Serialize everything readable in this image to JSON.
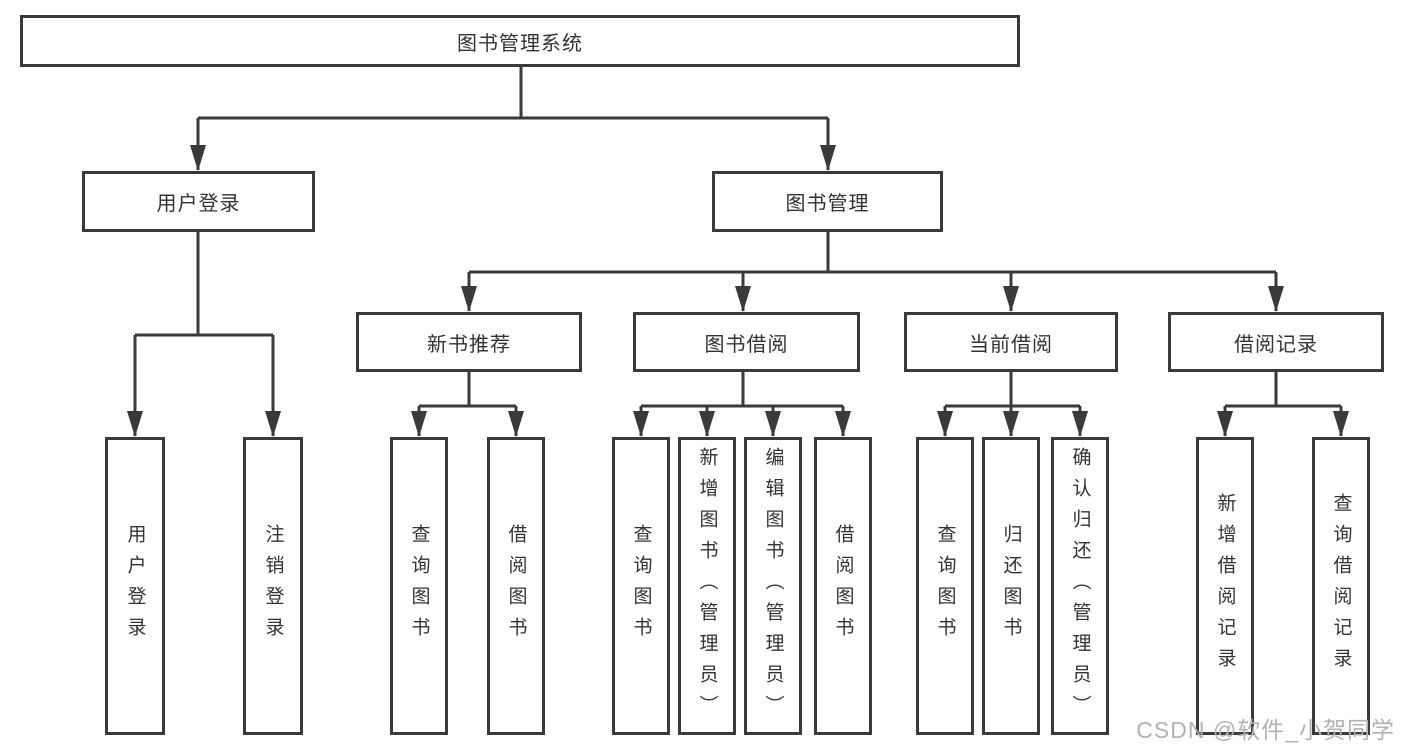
{
  "diagram": {
    "title": "图书管理系统",
    "nodes": {
      "root": "图书管理系统",
      "user_login": "用户登录",
      "book_mgmt": "图书管理",
      "new_book": "新书推荐",
      "book_borrow": "图书借阅",
      "current_borrow": "当前借阅",
      "borrow_record": "借阅记录",
      "leaf_user_login": "用户登录",
      "leaf_logout": "注销登录",
      "leaf_nb_query": "查询图书",
      "leaf_nb_borrow": "借阅图书",
      "leaf_bb_query": "查询图书",
      "leaf_bb_add": "新增图书（管理员）",
      "leaf_bb_edit": "编辑图书（管理员）",
      "leaf_bb_borrow": "借阅图书",
      "leaf_cb_query": "查询图书",
      "leaf_cb_return": "归还图书",
      "leaf_cb_confirm": "确认归还（管理员）",
      "leaf_br_add": "新增借阅记录",
      "leaf_br_query": "查询借阅记录"
    },
    "colors": {
      "line": "#3a3a3a",
      "text": "#333333",
      "watermark_text": "#b2b2b2"
    }
  },
  "watermark": "CSDN @软件_小贺同学"
}
